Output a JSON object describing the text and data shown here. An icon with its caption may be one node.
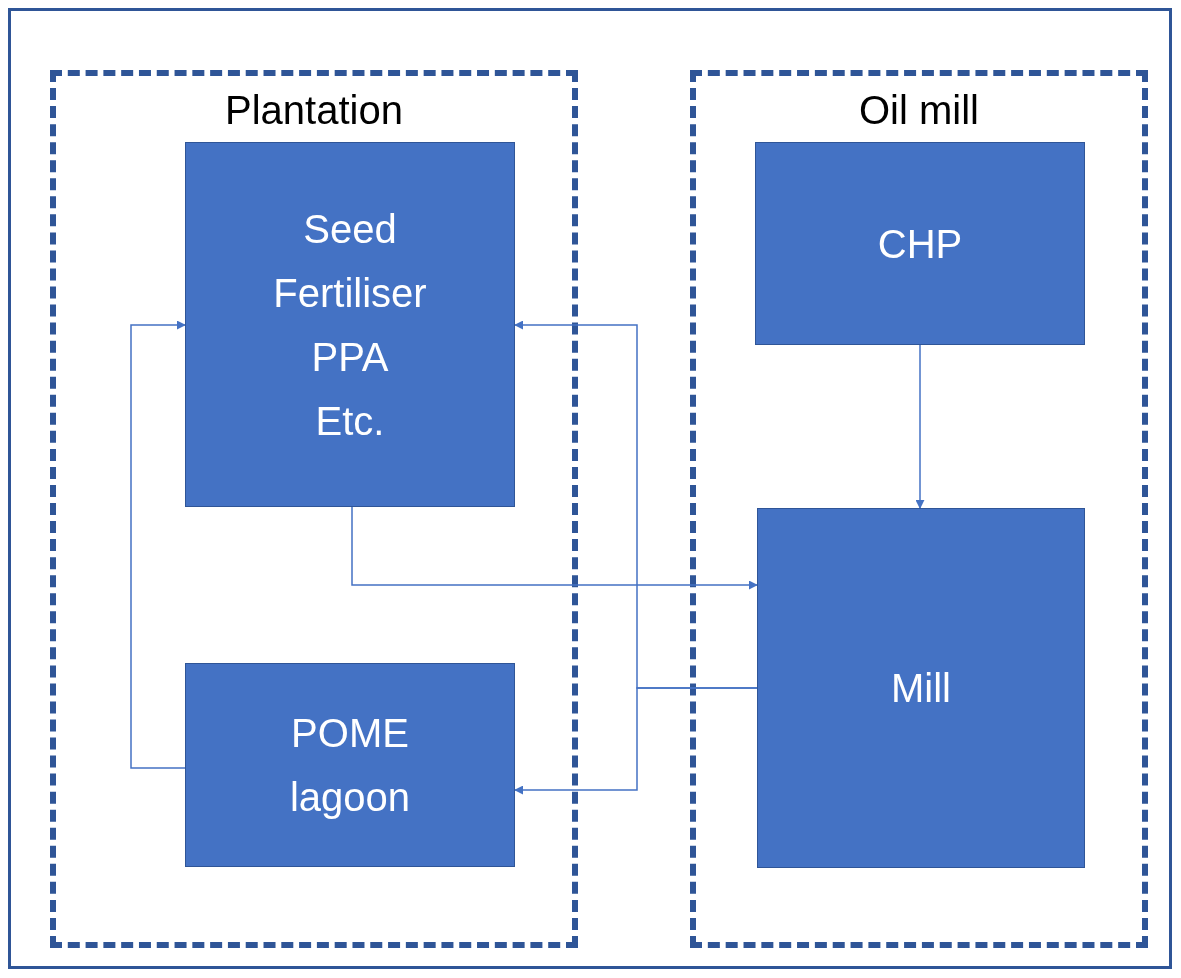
{
  "diagram": {
    "nodes": [
      {
        "text": [
          "Plantation"
        ]
      },
      {
        "text": [
          "Seed",
          "Fertiliser",
          "PPA",
          "Etc."
        ],
        "in": 0
      },
      {
        "text": [
          "POME lagoon"
        ],
        "in": 0
      },
      {
        "text": [
          "Oil mill"
        ]
      },
      {
        "text": [
          "CHP"
        ],
        "in": 3
      },
      {
        "text": [
          "Mill"
        ],
        "in": 3
      }
    ],
    "edges": [
      {
        "from": 4,
        "to": 5,
        "arrow": "to"
      },
      {
        "from": 1,
        "to": 5,
        "arrow": "to"
      },
      {
        "from": 5,
        "to": 1,
        "arrow": "to"
      },
      {
        "from": 5,
        "to": 2,
        "arrow": "to"
      },
      {
        "from": 2,
        "to": 1,
        "arrow": "to"
      }
    ]
  }
}
